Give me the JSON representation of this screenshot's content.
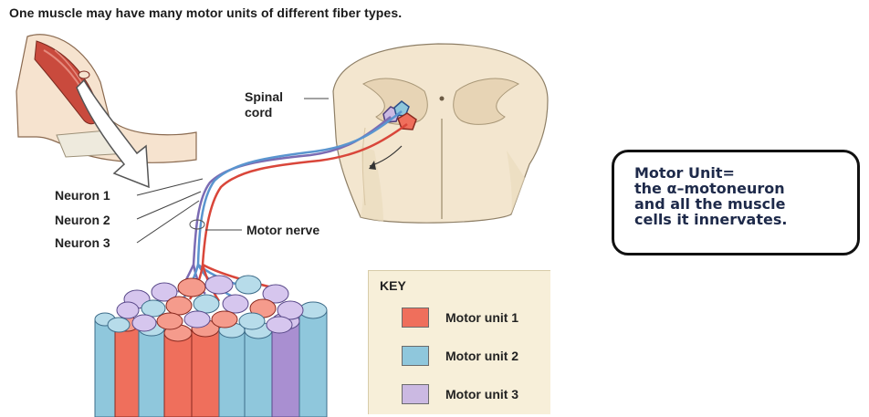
{
  "title": "One muscle may have many motor units of different fiber types.",
  "labels": {
    "spinal_cord_line1": "Spinal",
    "spinal_cord_line2": "cord",
    "neuron1": "Neuron 1",
    "neuron2": "Neuron 2",
    "neuron3": "Neuron 3",
    "motor_nerve": "Motor nerve"
  },
  "key": {
    "title": "KEY",
    "items": [
      {
        "label": "Motor unit 1",
        "color": "#ef6f5c"
      },
      {
        "label": "Motor unit 2",
        "color": "#8fc7dc"
      },
      {
        "label": "Motor unit 3",
        "color": "#cbb9e2"
      }
    ]
  },
  "definition": {
    "line1": "Motor Unit=",
    "line2": "the α–motoneuron",
    "line3": "and all the muscle",
    "line4": "cells it innervates."
  },
  "colors": {
    "unit1": "#ef6f5c",
    "unit2": "#8fc7dc",
    "unit3": "#cbb9e2",
    "spinal_cord": "#f3e6cf",
    "muscle": "#d8544a"
  }
}
